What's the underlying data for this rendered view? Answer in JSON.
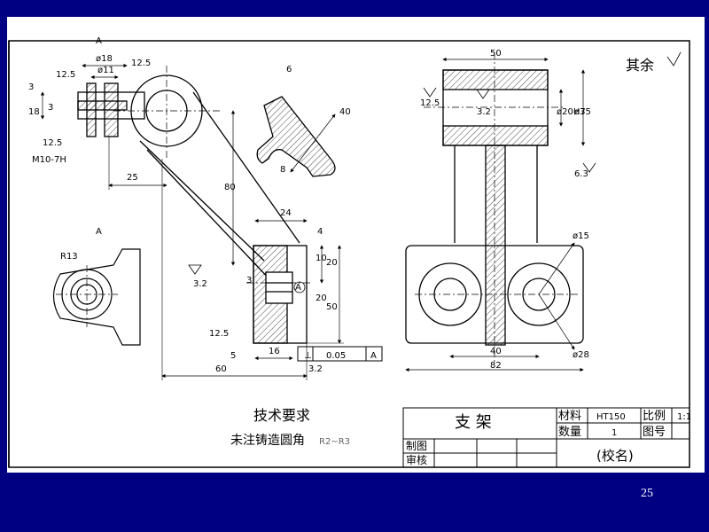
{
  "drawing": {
    "title": "支 架",
    "school": "(校名)",
    "tech_req_title": "技术要求",
    "tech_req_text": "未注铸造圆角",
    "tech_req_range": "R2~R3",
    "surface_other": "其余",
    "title_block": {
      "material_label": "材料",
      "material_value": "HT150",
      "scale_label": "比例",
      "scale_value": "1:1",
      "quantity_label": "数量",
      "quantity_value": "1",
      "drawing_no_label": "图号",
      "drawn_label": "制图",
      "checked_label": "审核"
    },
    "dims": {
      "phi18": "ø18",
      "phi11": "ø11",
      "r12_5a": "12.5",
      "r12_5b": "12.5",
      "r12_5c": "12.5",
      "r12_5d": "12.5",
      "r12_5e": "12.5",
      "d3a": "3",
      "d3b": "3",
      "d3c": "3",
      "d18": "18",
      "thread": "M10-7H",
      "d25": "25",
      "d80": "80",
      "d24": "24",
      "d4": "4",
      "d10": "10",
      "d20a": "20",
      "d20b": "20",
      "d50a": "50",
      "d50b": "50",
      "d5": "5",
      "d16": "16",
      "d60": "60",
      "d8": "8",
      "d6": "6",
      "d40a": "40",
      "d40b": "40",
      "d82": "82",
      "r13": "R13",
      "phi15": "ø15",
      "phi28": "ø28",
      "phi20h": "ø20H7",
      "phi35": "ø35",
      "ra3_2a": "3.2",
      "ra3_2b": "3.2",
      "ra3_2c": "3.2",
      "ra6_3": "6.3",
      "tol_symbol": "⊥",
      "tol_value": "0.05",
      "tol_datum": "A",
      "datum_a": "A",
      "view_a": "A",
      "view_a_top": "A"
    },
    "page_number": "25"
  }
}
